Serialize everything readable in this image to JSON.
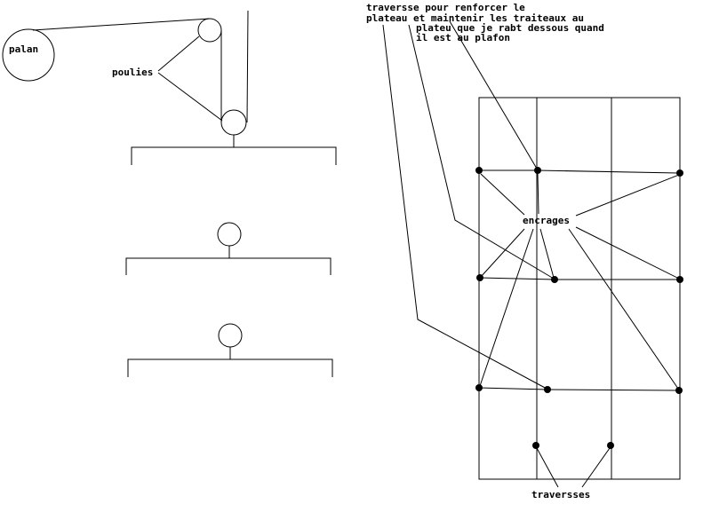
{
  "labels": {
    "palan": "palan",
    "poulies": "poulies",
    "note": [
      "traversse pour renforcer le",
      "plateau et maintenir les traiteaux au",
      "plateu que je rabt dessous quand",
      "il est au plafon"
    ],
    "encrages": "encrages",
    "traversses": "traversses"
  },
  "colors": {
    "ink": "#000000",
    "background": "#ffffff"
  }
}
